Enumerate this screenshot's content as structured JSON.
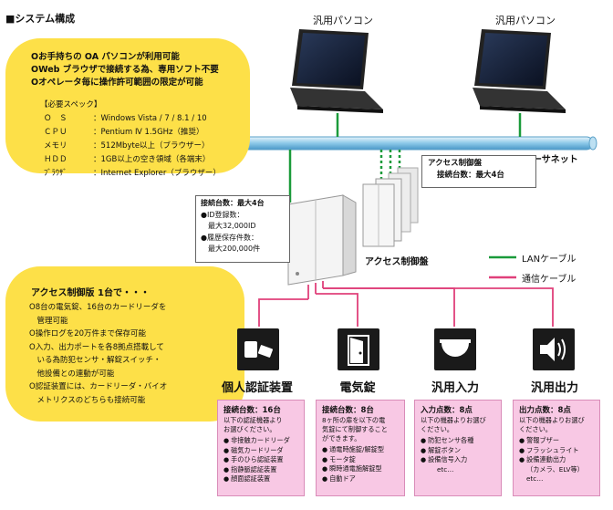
{
  "title": "■システム構成",
  "pcs": {
    "label": "汎用パソコン"
  },
  "ethernet_label": "イーサネット",
  "bubble_top": {
    "lines": [
      "Oお手持ちの OA パソコンが利用可能",
      "OWeb ブラウザで接続する為、専用ソフト不要",
      "Oオペレータ毎に操作許可範囲の限定が可能"
    ],
    "spec_title": "【必要スペック】",
    "spec": [
      {
        "k": "Ｏ　Ｓ",
        "v": "：Windows Vista / 7 / 8.1 / 10"
      },
      {
        "k": "ＣＰＵ",
        "v": "：Pentium Ⅳ 1.5GHz（推奨）"
      },
      {
        "k": "メモリ",
        "v": "：512Mbyte以上（ブラウザー）"
      },
      {
        "k": "ＨＤＤ",
        "v": "：1GB以上の空き領域（各端末）"
      },
      {
        "k": "ﾌﾞﾗｳｻﾞ",
        "v": "：Internet Explorer（ブラウザー）"
      }
    ]
  },
  "small_panel_note": {
    "line1": "アクセス制御盤",
    "line2": "接続台数：最大4台"
  },
  "main_panel_note": {
    "line1": "接続台数：最大4台",
    "line2": "●ID登録数：",
    "line3": "最大32,000ID",
    "line4": "●履歴保存件数：",
    "line5": "最大200,000件"
  },
  "panel_label": "アクセス制御盤",
  "legend": {
    "lan": "LANケーブル",
    "comm": "通信ケーブル"
  },
  "colors": {
    "lan": "#1a9a3a",
    "comm": "#e0407a",
    "bubble": "#fde048",
    "pink": "#f8c8e4",
    "ether": "#9ad0ec"
  },
  "bubble_bottom": {
    "head": "アクセス制御版 1台で・・・",
    "lines": [
      "O8台の電気錠、16台のカードリーダを",
      "　管理可能",
      "O操作ログを20万件まで保存可能",
      "O入力、出力ポートを各8拠点搭載して",
      "　いる為防犯センサ・解錠スイッチ・",
      "　他設備との連動が可能",
      "O認証装置には、カードリーダ・バイオ",
      "　メトリクスのどちらも接続可能"
    ]
  },
  "categories": [
    {
      "label": "個人認証装置",
      "icon": "card-reader-icon",
      "head": "接続台数：16台",
      "desc": "以下の認証機器より\nお選びください。",
      "items": [
        "非接触カードリーダ",
        "磁気カードリーダ",
        "手のひら認証装置",
        "指静脈認証装置",
        "顔面認証装置"
      ]
    },
    {
      "label": "電気錠",
      "icon": "door-icon",
      "head": "接続台数：8台",
      "desc": "8ヶ所の扉を以下の電\n気錠にて制御すること\nができます。",
      "items": [
        "通電時施錠/解錠型",
        "モータ錠",
        "瞬時通電施解錠型",
        "自動ドア"
      ]
    },
    {
      "label": "汎用入力",
      "icon": "sensor-icon",
      "head": "入力点数：8点",
      "desc": "以下の機器よりお選び\nください。",
      "items": [
        "防犯センサ各種",
        "解錠ボタン",
        "設備信号入力"
      ],
      "extra": "etc…"
    },
    {
      "label": "汎用出力",
      "icon": "speaker-icon",
      "head": "出力点数：8点",
      "desc": "以下の機器よりお選び\nください。",
      "items": [
        "警報ブザー",
        "フラッシュライト",
        "設備連動出力"
      ],
      "extra": "（カメラ、ELV等）\netc…"
    }
  ]
}
